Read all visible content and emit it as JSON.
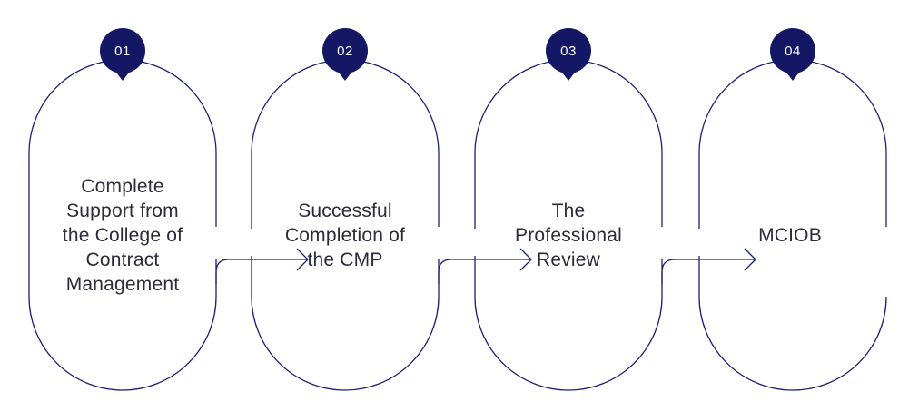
{
  "theme": {
    "accent": "#141864",
    "line": "#1d2170",
    "text": "#2b2b3a",
    "background": "#ffffff"
  },
  "steps": [
    {
      "number": "01",
      "label": "Complete\nSupport from\nthe College of\nContract\nManagement"
    },
    {
      "number": "02",
      "label": "Successful\nCompletion of\nthe CMP"
    },
    {
      "number": "03",
      "label": "The\nProfessional\nReview"
    },
    {
      "number": "04",
      "label": "MCIOB"
    }
  ]
}
